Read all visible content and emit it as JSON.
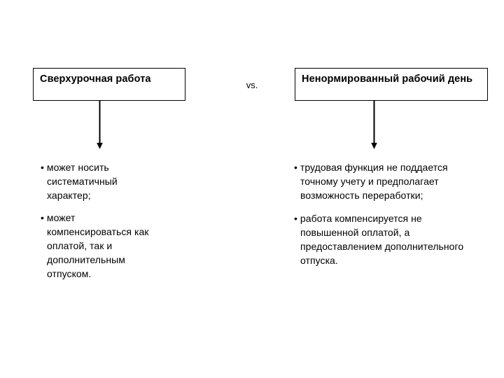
{
  "slide": {
    "background_color": "#ffffff",
    "text_color": "#000000",
    "comparison_label": "vs."
  },
  "columns": [
    {
      "id": "overtime-work",
      "header": "Сверхурочная работа",
      "arrow": "down-arrow",
      "bullets": [
        "• может носить систематичный характер;",
        "• может компенсироваться как оплатой, так и дополнительным отпуском."
      ]
    },
    {
      "id": "irregular-working-day",
      "header": "Ненормированный рабочий день",
      "arrow": "down-arrow",
      "bullets": [
        "• трудовая функция не поддается точному учету и предполагает возможность переработки;",
        "• работа компенсируется не повышенной оплатой, а предоставлением дополнительного отпуска."
      ]
    }
  ]
}
